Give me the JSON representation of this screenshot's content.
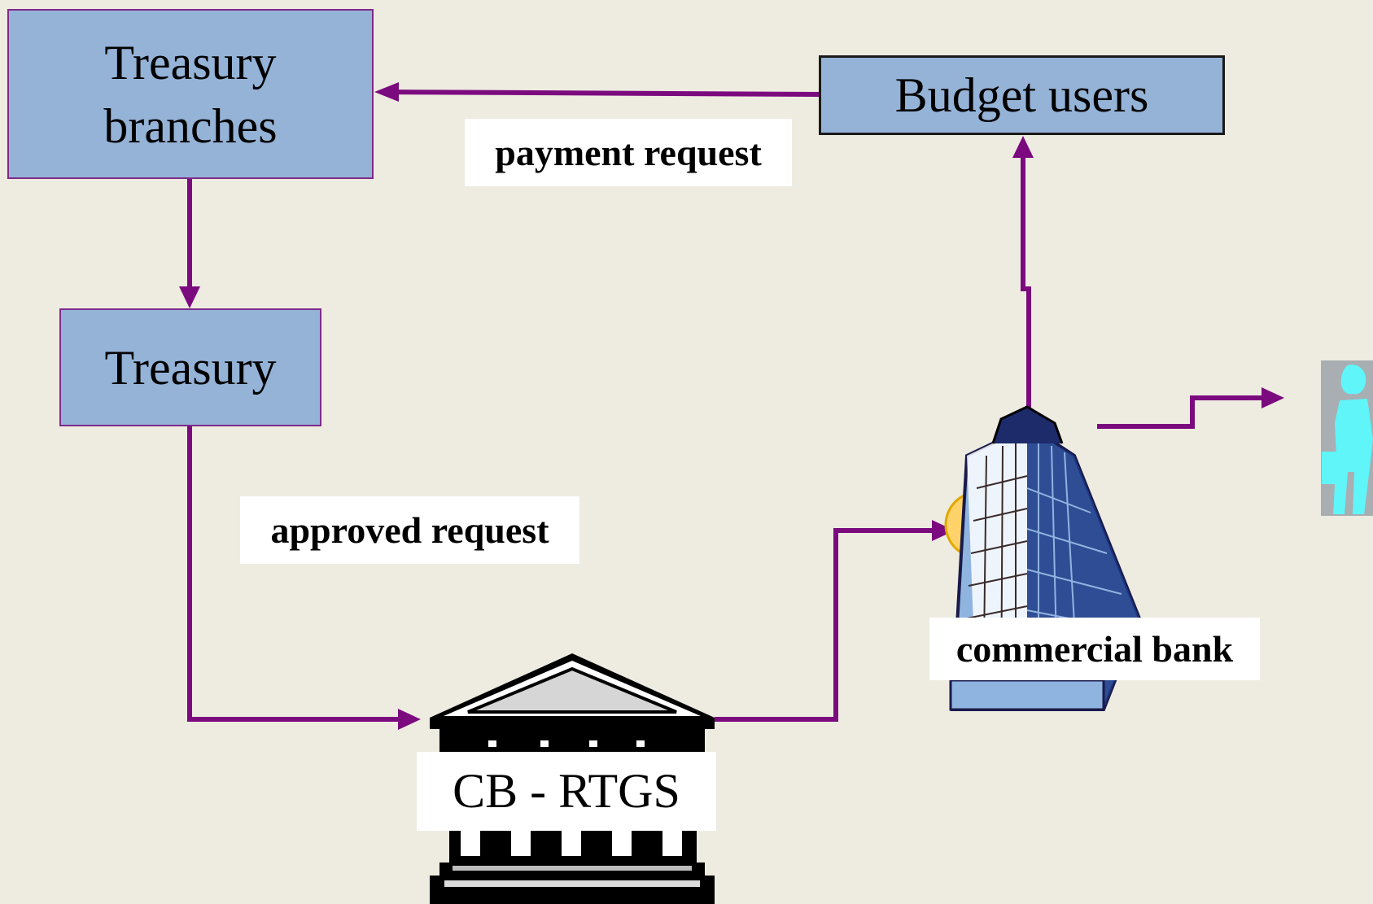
{
  "nodes": {
    "treasury_branches": "Treasury\nbranches",
    "budget_users": "Budget users",
    "treasury": "Treasury",
    "cb_rtgs": "CB - RTGS",
    "commercial_bank": "commercial bank"
  },
  "edge_labels": {
    "payment_request": "payment request",
    "approved_request": "approved request"
  },
  "icons": {
    "central_bank": "classical-bank-building-icon",
    "commercial_bank": "skyscraper-icon",
    "client": "businessman-with-briefcase-icon"
  },
  "colors": {
    "background": "#eeebe1",
    "node_fill": "#95b3d7",
    "node_border_treasury": "#7f2a8a",
    "node_border_budget": "#1a1a1a",
    "arrow": "#7b0a7e",
    "client_figure": "#5ff5f9",
    "client_backdrop": "#a9aeb3"
  }
}
